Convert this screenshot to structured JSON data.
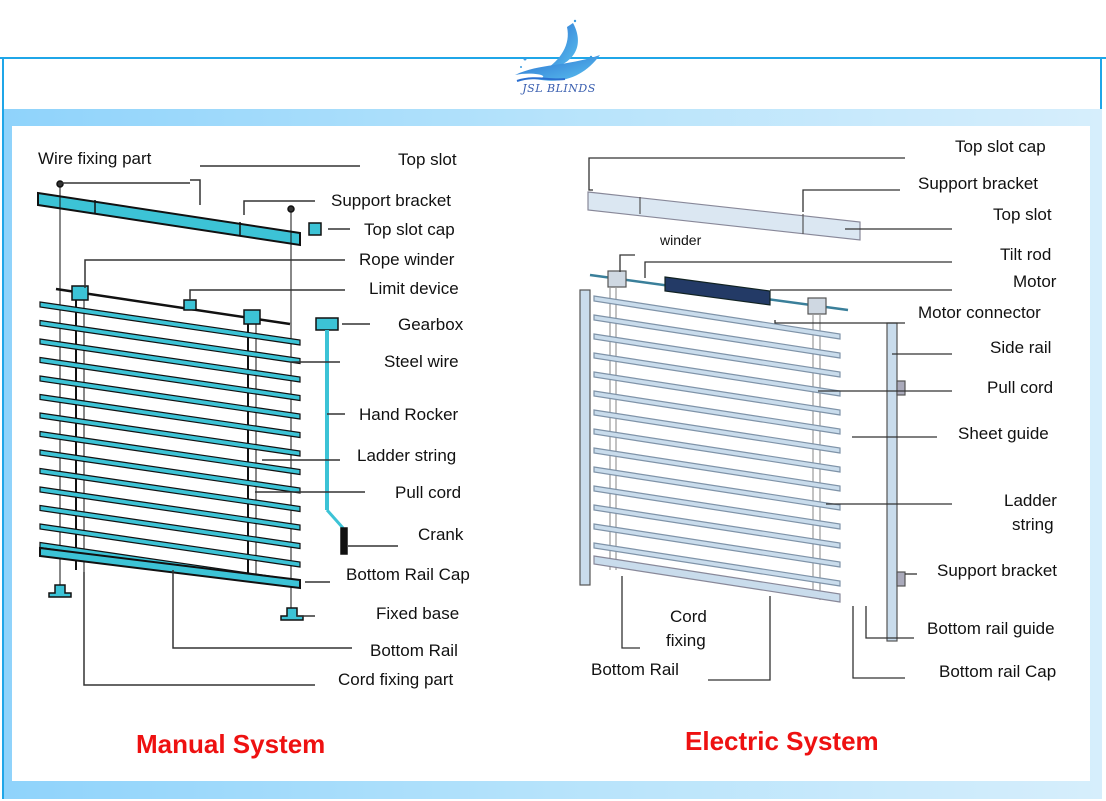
{
  "brand": {
    "name": "JSL BLINDS",
    "accent": "#1fa6e8"
  },
  "manual": {
    "title": "Manual System",
    "labels": {
      "wire_fixing_part": "Wire fixing part",
      "top_slot": "Top slot",
      "support_bracket": "Support bracket",
      "top_slot_cap": "Top slot cap",
      "rope_winder": "Rope winder",
      "limit_device": "Limit device",
      "gearbox": "Gearbox",
      "steel_wire": "Steel wire",
      "hand_rocker": "Hand Rocker",
      "ladder_string": "Ladder string",
      "pull_cord": "Pull cord",
      "crank": "Crank",
      "bottom_rail_cap": "Bottom Rail Cap",
      "fixed_base": "Fixed base",
      "bottom_rail": "Bottom Rail",
      "cord_fixing_part": "Cord fixing part"
    },
    "color": "#3cc3d6"
  },
  "electric": {
    "title": "Electric System",
    "labels": {
      "top_slot_cap": "Top slot cap",
      "support_bracket": "Support bracket",
      "top_slot": "Top slot",
      "winder": "winder",
      "tilt_rod": "Tilt rod",
      "motor": "Motor",
      "motor_connector": "Motor connector",
      "side_rail": "Side rail",
      "pull_cord": "Pull cord",
      "sheet_guide": "Sheet guide",
      "ladder_string_1": "Ladder",
      "ladder_string_2": "string",
      "support_bracket_2": "Support bracket",
      "cord_fixing_1": "Cord",
      "cord_fixing_2": "fixing",
      "bottom_rail_guide": "Bottom rail guide",
      "bottom_rail": "Bottom Rail",
      "bottom_rail_cap": "Bottom rail Cap"
    },
    "color": "#c9dcec"
  }
}
